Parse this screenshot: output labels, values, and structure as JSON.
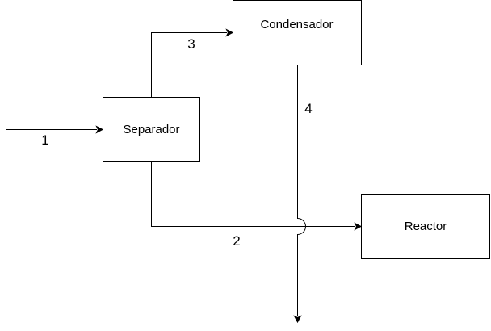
{
  "diagram": {
    "type": "process-flow",
    "nodes": [
      {
        "id": "separador",
        "label": "Separador"
      },
      {
        "id": "condensador",
        "label": "Condensador"
      },
      {
        "id": "reactor",
        "label": "Reactor"
      }
    ],
    "streams": [
      {
        "id": "1",
        "label": "1",
        "from": "feed",
        "to": "separador"
      },
      {
        "id": "2",
        "label": "2",
        "from": "separador",
        "to": "reactor"
      },
      {
        "id": "3",
        "label": "3",
        "from": "separador",
        "to": "condensador"
      },
      {
        "id": "4",
        "label": "4",
        "from": "condensador",
        "to": "outlet",
        "crosses": "2"
      }
    ]
  }
}
